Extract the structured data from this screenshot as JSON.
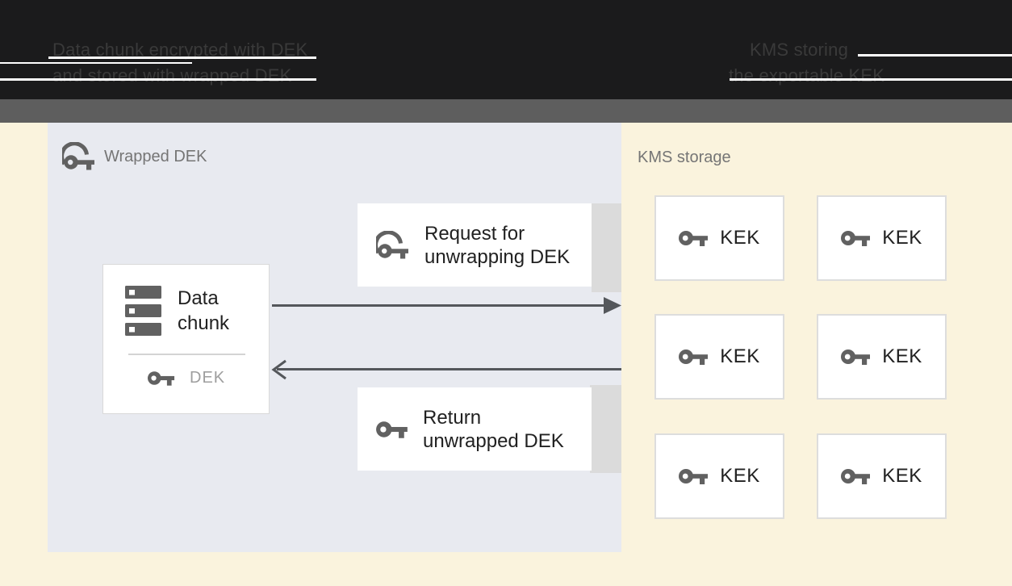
{
  "header": {
    "left_line1": "Data chunk encrypted with DEK",
    "left_line2": "and stored with wrapped DEK",
    "right_line1": "KMS storing",
    "right_line2": "the exportable KEK"
  },
  "panel": {
    "label": "Wrapped DEK"
  },
  "kms": {
    "label": "KMS storage",
    "kek_labels": [
      "KEK",
      "KEK",
      "KEK",
      "KEK",
      "KEK",
      "KEK"
    ]
  },
  "data_chunk": {
    "line1": "Data",
    "line2": "chunk",
    "dek": "DEK"
  },
  "request_box": {
    "line1": "Request for",
    "line2": "unwrapping DEK"
  },
  "return_box": {
    "line1": "Return",
    "line2": "unwrapped DEK"
  },
  "icons": {
    "wrapped_key": "wrapped-key-icon",
    "key": "key-icon",
    "data_chunk": "data-chunk-stack-icon"
  },
  "colors": {
    "header_band": "#1b1b1c",
    "header_text": "#3a3a3a",
    "gray_band": "#5e5e5e",
    "cream_background": "#faf3dd",
    "panel_background": "#e8eaf0",
    "card_background": "#ffffff",
    "card_border": "#dddddd",
    "tab_gray": "#dbdbdb",
    "arrow": "#54575b",
    "icon_gray": "#616161",
    "label_gray": "#757575",
    "dek_text_gray": "#9e9e9e",
    "dark_text": "#212121"
  }
}
